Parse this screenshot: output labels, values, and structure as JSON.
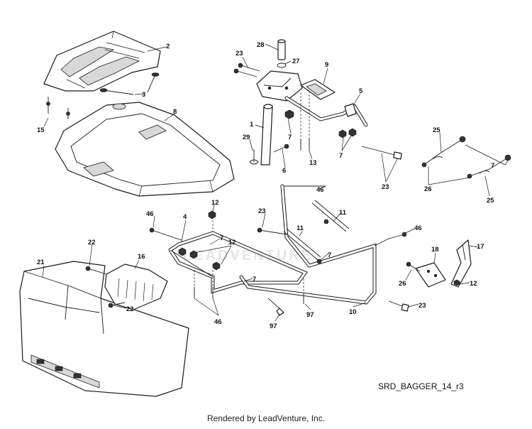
{
  "diagram": {
    "drawing_code": "SRD_BAGGER_14_r3",
    "footer": "Rendered by LeadVenture, Inc.",
    "watermark": "LEADVENTURE",
    "callouts": {
      "c2": "2",
      "c3": "3",
      "c15": "15",
      "c8": "8",
      "c28": "28",
      "c23a": "23",
      "c27": "27",
      "c9": "9",
      "c1": "1",
      "c5": "5",
      "c7a": "7",
      "c29": "29",
      "c6": "6",
      "c13": "13",
      "c7b": "7",
      "c23b": "23",
      "c25a": "25",
      "c7c": "7",
      "c26a": "26",
      "c25b": "25",
      "c46a": "46",
      "c12a": "12",
      "c23c": "23",
      "c11a": "11",
      "c46b": "46",
      "c4": "4",
      "c7d": "7",
      "c11b": "11",
      "c46c": "46",
      "c22a": "22",
      "c16": "16",
      "c12b": "12",
      "c7e": "7",
      "c21": "21",
      "c7f": "7",
      "c22b": "22",
      "c18": "18",
      "c17": "17",
      "c26b": "26",
      "c12c": "12",
      "c46d": "46",
      "c97a": "97",
      "c97b": "97",
      "c10": "10",
      "c23d": "23"
    }
  }
}
